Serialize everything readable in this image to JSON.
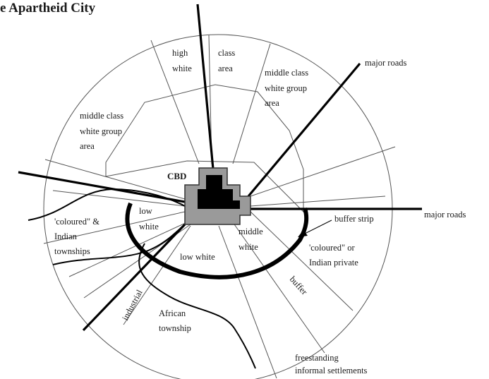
{
  "title": "e Apartheid City",
  "cbd_label": "CBD",
  "zones": {
    "high_white": [
      "high",
      "white"
    ],
    "class_area": [
      "class",
      "area"
    ],
    "middle_class_right": [
      "middle class",
      "white group",
      "area"
    ],
    "middle_class_left": [
      "middle class",
      "white group",
      "area"
    ],
    "low_white_left": [
      "low",
      "white"
    ],
    "low_white_center": "low white",
    "middle_white": [
      "middle",
      "white"
    ],
    "coloured_indian_townships": [
      "'coloured\" &",
      "Indian",
      "townships"
    ],
    "coloured_indian_private": [
      "'coloured\" or",
      "Indian private"
    ],
    "buffer": "buffer",
    "industrial": "industrial",
    "african_township": [
      "African",
      "township"
    ]
  },
  "annotations": {
    "major_roads_top": "major roads",
    "major_roads_right": "major roads",
    "buffer_strip": "buffer strip",
    "informal_settlements": [
      "freestanding",
      "informal settlements"
    ]
  },
  "colors": {
    "cbd_core": "#000000",
    "cbd_frame": "#9a9a9a",
    "lines": "#555555"
  }
}
